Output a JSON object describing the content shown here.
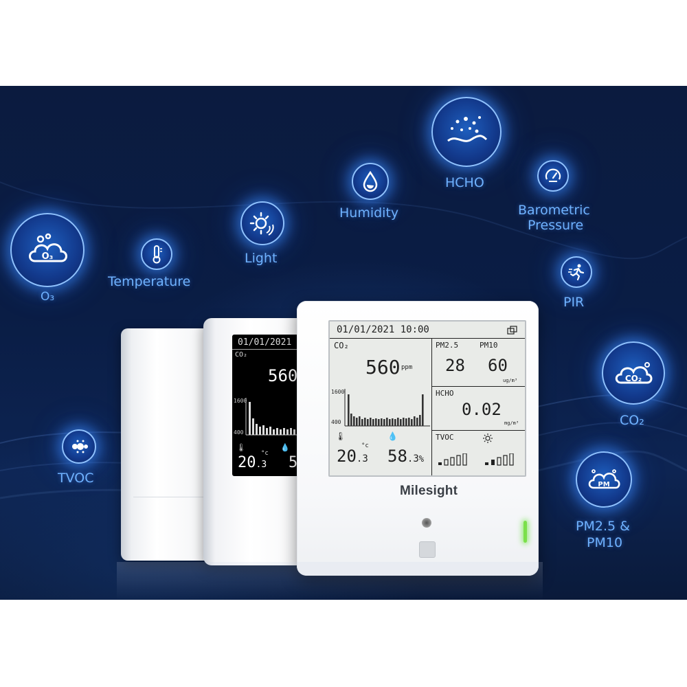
{
  "sensors": {
    "o3": {
      "label": "O₃",
      "icon_text": "O₃",
      "icon": "ozone-cloud-icon"
    },
    "temperature": {
      "label": "Temperature",
      "icon": "thermometer-icon"
    },
    "light": {
      "label": "Light",
      "icon": "sun-icon"
    },
    "humidity": {
      "label": "Humidity",
      "icon": "water-drop-icon"
    },
    "hcho": {
      "label": "HCHO",
      "icon": "hcho-particles-icon"
    },
    "barometric": {
      "label_line1": "Barometric",
      "label_line2": "Pressure",
      "icon": "gauge-icon"
    },
    "pir": {
      "label": "PIR",
      "icon": "running-person-icon"
    },
    "co2": {
      "label": "CO₂",
      "icon_text": "CO₂",
      "icon": "co2-cloud-icon"
    },
    "tvoc": {
      "label": "TVOC",
      "icon": "tvoc-dots-icon"
    },
    "pm": {
      "label_line1": "PM2.5 &",
      "label_line2": "PM10",
      "icon_text": "PM",
      "icon": "pm-cloud-icon"
    }
  },
  "device_front": {
    "brand": "Milesight",
    "datetime": "01/01/2021  10:00",
    "co2_label": "CO₂",
    "co2_value": "560",
    "co2_unit": "ppm",
    "axis_top": "1600",
    "axis_bottom": "400",
    "temp_value": "20",
    "temp_decimal": ".3",
    "temp_unit": "°c",
    "humidity_value": "58",
    "humidity_decimal": ".3",
    "humidity_unit": "%",
    "pm25_label": "PM2.5",
    "pm10_label": "PM10",
    "pm25_value": "28",
    "pm10_value": "60",
    "pm_unit": "ug/m³",
    "hcho_label": "HCHO",
    "hcho_value": "0.02",
    "hcho_unit": "mg/m³",
    "tvoc_label": "TVOC"
  },
  "device_mid": {
    "datetime": "01/01/2021",
    "co2_label": "CO₂",
    "co2_value": "560",
    "axis_top": "1600",
    "axis_bottom": "400",
    "temp_value": "20",
    "temp_decimal": ".3",
    "temp_unit": "°c",
    "humidity_partial": "5"
  },
  "colors": {
    "background": "#0b1b3f",
    "accent_blue": "#6fb2ff",
    "led_green": "#7be04a"
  }
}
